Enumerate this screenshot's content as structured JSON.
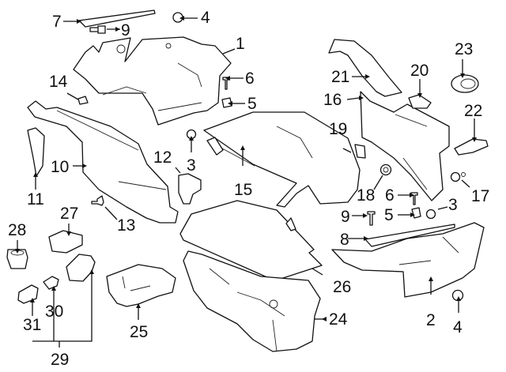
{
  "diagram": {
    "title": "Trunk interior trim parts diagram",
    "callouts": [
      {
        "id": "c1",
        "label": "1",
        "part": "trunk-side-trim-upper-left"
      },
      {
        "id": "c2",
        "label": "2",
        "part": "rear-lower-panel-right"
      },
      {
        "id": "c3a",
        "label": "3",
        "part": "cap"
      },
      {
        "id": "c3b",
        "label": "3",
        "part": "cap"
      },
      {
        "id": "c4a",
        "label": "4",
        "part": "plug"
      },
      {
        "id": "c4b",
        "label": "4",
        "part": "plug"
      },
      {
        "id": "c5a",
        "label": "5",
        "part": "clip"
      },
      {
        "id": "c5b",
        "label": "5",
        "part": "clip"
      },
      {
        "id": "c6a",
        "label": "6",
        "part": "push-pin"
      },
      {
        "id": "c6b",
        "label": "6",
        "part": "push-pin"
      },
      {
        "id": "c7",
        "label": "7",
        "part": "sill-strip-left"
      },
      {
        "id": "c8",
        "label": "8",
        "part": "sill-strip-right"
      },
      {
        "id": "c9a",
        "label": "9",
        "part": "retainer"
      },
      {
        "id": "c9b",
        "label": "9",
        "part": "retainer"
      },
      {
        "id": "c10",
        "label": "10",
        "part": "side-trim-left"
      },
      {
        "id": "c11",
        "label": "11",
        "part": "bracket"
      },
      {
        "id": "c12",
        "label": "12",
        "part": "bracket"
      },
      {
        "id": "c13",
        "label": "13",
        "part": "fastener"
      },
      {
        "id": "c14",
        "label": "14",
        "part": "cover"
      },
      {
        "id": "c15",
        "label": "15",
        "part": "floor-panel"
      },
      {
        "id": "c16",
        "label": "16",
        "part": "side-trim-right"
      },
      {
        "id": "c17",
        "label": "17",
        "part": "nut"
      },
      {
        "id": "c18",
        "label": "18",
        "part": "nut"
      },
      {
        "id": "c19",
        "label": "19",
        "part": "cover"
      },
      {
        "id": "c20",
        "label": "20",
        "part": "cover"
      },
      {
        "id": "c21",
        "label": "21",
        "part": "trim-strip"
      },
      {
        "id": "c22",
        "label": "22",
        "part": "handle"
      },
      {
        "id": "c23",
        "label": "23",
        "part": "speaker"
      },
      {
        "id": "c24",
        "label": "24",
        "part": "spare-tire-well"
      },
      {
        "id": "c25",
        "label": "25",
        "part": "storage-tray"
      },
      {
        "id": "c26",
        "label": "26",
        "part": "floor-cover"
      },
      {
        "id": "c27",
        "label": "27",
        "part": "switch"
      },
      {
        "id": "c28",
        "label": "28",
        "part": "socket"
      },
      {
        "id": "c29",
        "label": "29",
        "part": "lamp-assembly"
      },
      {
        "id": "c30",
        "label": "30",
        "part": "bulb"
      },
      {
        "id": "c31",
        "label": "31",
        "part": "socket"
      }
    ]
  }
}
